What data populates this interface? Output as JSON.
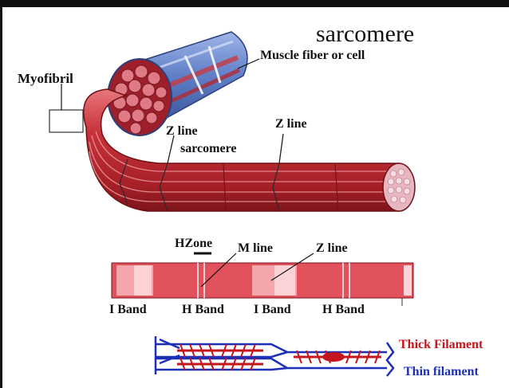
{
  "labels": {
    "title": "sarcomere",
    "muscle_fiber": "Muscle fiber or cell",
    "myofibril": "Myofibril",
    "z_line_top": "Z line",
    "z_line_left": "Z line",
    "sarcomere_mid": "sarcomere",
    "hzone": "HZone",
    "m_line": "M line",
    "z_line_band": "Z line",
    "i_band_1": "I Band",
    "h_band_1": "H Band",
    "i_band_2": "I Band",
    "h_band_2": "H Band",
    "thick_filament": "Thick Filament",
    "thin_filament": "Thin filament"
  },
  "colors": {
    "muscle_red": "#c8333a",
    "band_pink": "#f4a6ac",
    "band_light": "#fbd3d6",
    "fiber_blue": "#6d8fd0",
    "thick_red": "#c4161c",
    "thin_blue": "#1b2fb8"
  }
}
